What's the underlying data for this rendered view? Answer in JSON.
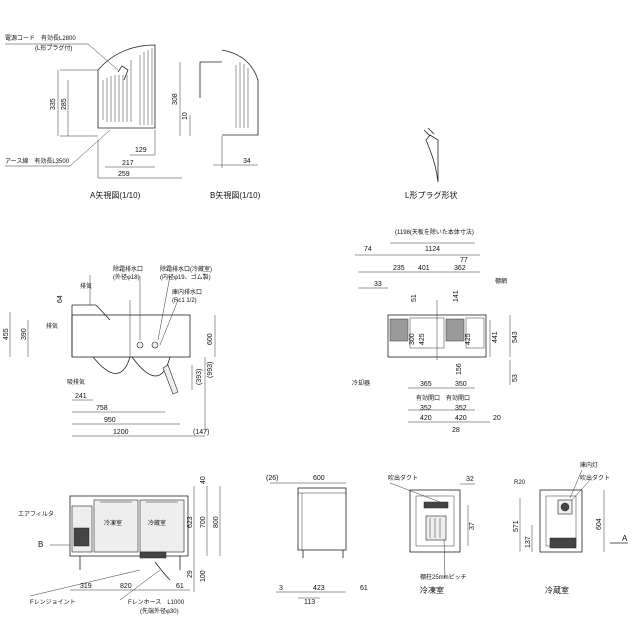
{
  "view_a": {
    "power_cord": "電源コード　有効長L2800",
    "plug_note": "(L形プラグ付)",
    "earth_wire": "アース線　有効長L3500",
    "dims": [
      "335",
      "285",
      "308",
      "10",
      "129",
      "217",
      "259"
    ],
    "caption": "A矢視図(1/10)"
  },
  "view_b": {
    "dims": [
      "34"
    ],
    "caption": "B矢視図(1/10)"
  },
  "plug": {
    "caption": "L形プラグ形状"
  },
  "top_view": {
    "labels": {
      "exhaust_top": "排気",
      "exhaust_side": "排気",
      "intake": "吸排気",
      "drain1": "除霜排水口",
      "drain1_sub": "(外径φ18)",
      "drain2": "除霜排水口(冷蔵室)",
      "drain2_sub": "(内径φ19、ゴム製)",
      "drain3": "庫内排水口",
      "drain3_sub": "(Rc1 1/2)"
    },
    "dims": [
      "64",
      "455",
      "390",
      "600",
      "(993)",
      "(393)",
      "241",
      "758",
      "950",
      "1200",
      "(147)"
    ]
  },
  "plan_view": {
    "labels": {
      "header": "(1198(天板を除いた本体寸法)",
      "shelf": "棚網",
      "cooler": "冷却器",
      "eff1": "有効開口",
      "eff2": "有効開口"
    },
    "dims": [
      "74",
      "1124",
      "77",
      "235",
      "401",
      "362",
      "33",
      "51",
      "141",
      "425",
      "300",
      "425",
      "156",
      "441",
      "543",
      "53",
      "365",
      "350",
      "352",
      "352",
      "420",
      "420",
      "28",
      "20"
    ]
  },
  "front_view": {
    "labels": {
      "air_filter": "エアフィルタ",
      "freezer": "冷凍室",
      "fridge": "冷蔵室",
      "b_arrow": "B",
      "f_joint": "Fレンジョイント",
      "f_hose": "Fレンホース　L1000",
      "hose_note": "(先端外径φ30)"
    },
    "dims": [
      "40",
      "623",
      "700",
      "800",
      "29",
      "100",
      "319",
      "820",
      "61"
    ]
  },
  "side_view": {
    "dims": [
      "(26)",
      "600",
      "3",
      "423",
      "61",
      "113"
    ]
  },
  "sec_freezer": {
    "labels": {
      "duct": "吹出ダクト",
      "shelf": "棚柱25mmピッチ",
      "caption": "冷凍室"
    },
    "dims": [
      "32",
      "37"
    ]
  },
  "sec_fridge": {
    "labels": {
      "lamp": "庫内灯",
      "duct": "吹出ダクト",
      "caption": "冷蔵室",
      "a_arrow": "A"
    },
    "dims": [
      "R20",
      "571",
      "137",
      "604"
    ]
  }
}
